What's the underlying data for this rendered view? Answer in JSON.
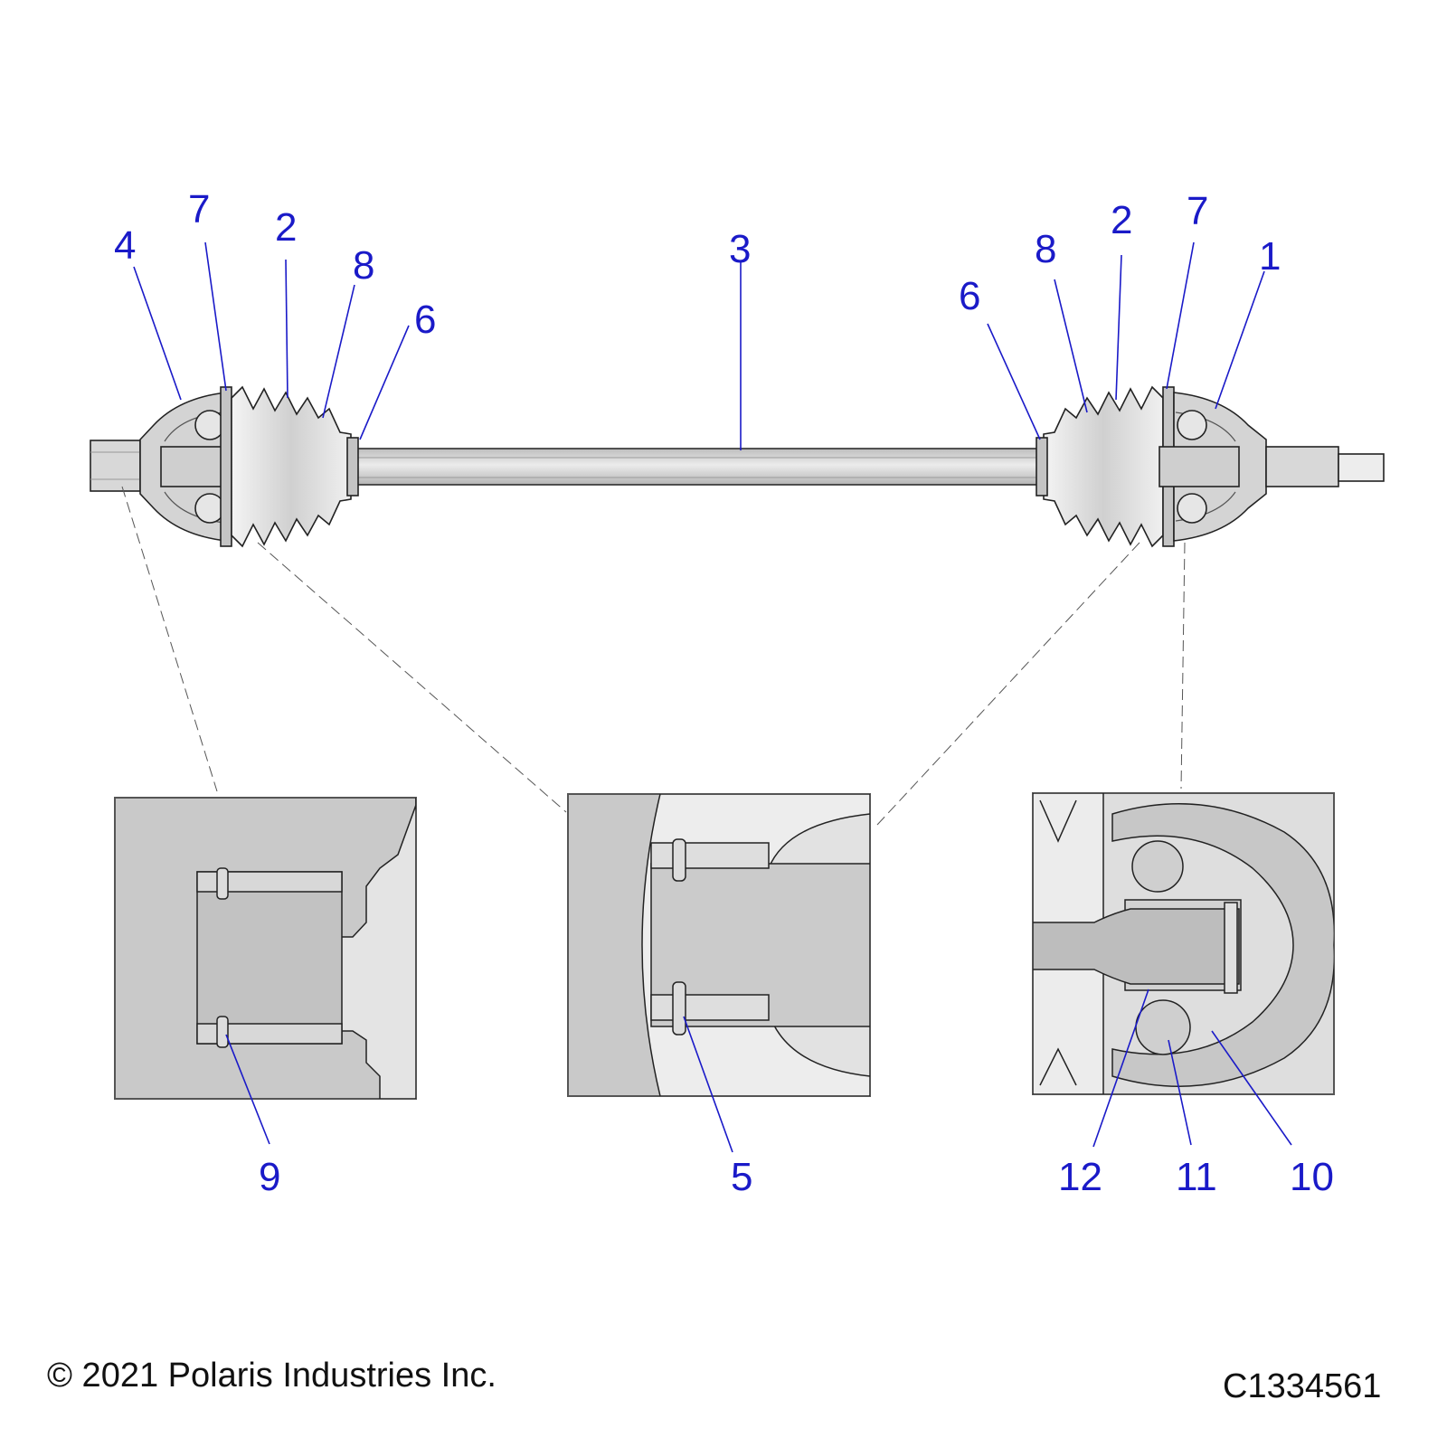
{
  "diagram": {
    "callouts": {
      "left_4": "4",
      "left_7": "7",
      "left_2": "2",
      "left_8": "8",
      "left_6": "6",
      "center_3": "3",
      "right_6": "6",
      "right_8": "8",
      "right_2": "2",
      "right_7": "7",
      "right_1": "1",
      "detail_9": "9",
      "detail_5": "5",
      "detail_12": "12",
      "detail_11": "11",
      "detail_10": "10"
    },
    "colors": {
      "callout": "#1a1ac8",
      "part_fill": "#d6d6d6",
      "detail_bg": "#c8c8c8",
      "outline": "#222222"
    }
  },
  "footer": {
    "copyright": "© 2021 Polaris Industries Inc.",
    "drawing_number": "C1334561"
  }
}
